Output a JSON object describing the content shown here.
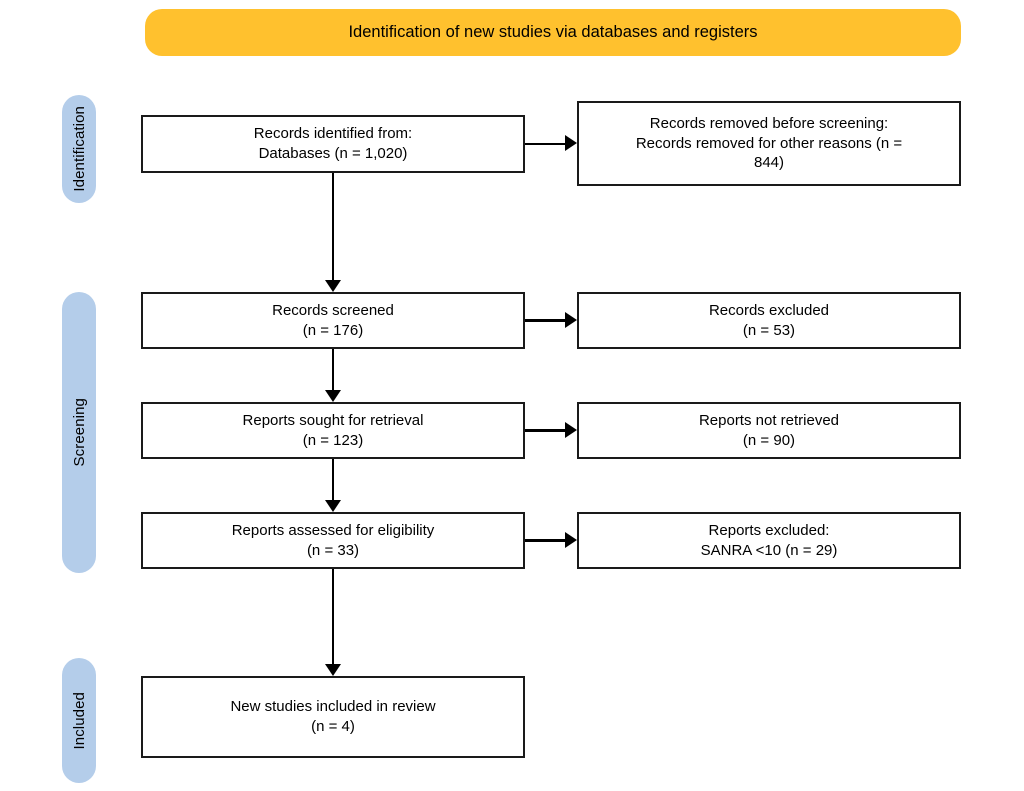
{
  "diagram": {
    "title": "Identification of new studies via databases and registers",
    "colors": {
      "banner": "#FFC12E",
      "stage_bar": "#B4CDEA",
      "box_border": "#1A1A1A",
      "box_fill": "#FFFFFF",
      "connector": "#000000"
    },
    "stages": [
      {
        "id": "identification",
        "label": "Identification"
      },
      {
        "id": "screening",
        "label": "Screening"
      },
      {
        "id": "included",
        "label": "Included"
      }
    ],
    "boxes": {
      "records_identified": {
        "text": "Records identified from:\nDatabases (n = 1,020)",
        "line1": "Records identified from:",
        "line2": "Databases (n = 1,020)",
        "count": 1020
      },
      "records_removed": {
        "text": "Records removed before screening:\nRecords removed for other reasons (n =\n844)",
        "line1": "Records removed before screening:",
        "line2": "Records removed for other reasons (n = 844)",
        "count": 844
      },
      "records_screened": {
        "text": "Records screened\n(n = 176)",
        "line1": "Records screened",
        "line2": "(n = 176)",
        "count": 176
      },
      "records_excluded": {
        "text": "Records excluded\n(n = 53)",
        "line1": "Records excluded",
        "line2": "(n = 53)",
        "count": 53
      },
      "reports_sought": {
        "text": "Reports sought for retrieval\n(n = 123)",
        "line1": "Reports sought for retrieval",
        "line2": "(n = 123)",
        "count": 123
      },
      "reports_not_retrieved": {
        "text": "Reports not retrieved\n(n = 90)",
        "line1": "Reports not retrieved",
        "line2": "(n = 90)",
        "count": 90
      },
      "reports_assessed": {
        "text": "Reports assessed for eligibility\n(n = 33)",
        "line1": "Reports assessed for eligibility",
        "line2": "(n = 33)",
        "count": 33
      },
      "reports_excluded": {
        "text": "Reports excluded:\nSANRA <10 (n = 29)",
        "line1": "Reports excluded:",
        "line2": "SANRA <10 (n = 29)",
        "count": 29
      },
      "new_studies_included": {
        "text": "New studies included in review\n(n = 4)",
        "line1": "New studies included in review",
        "line2": "(n = 4)",
        "count": 4
      }
    }
  }
}
